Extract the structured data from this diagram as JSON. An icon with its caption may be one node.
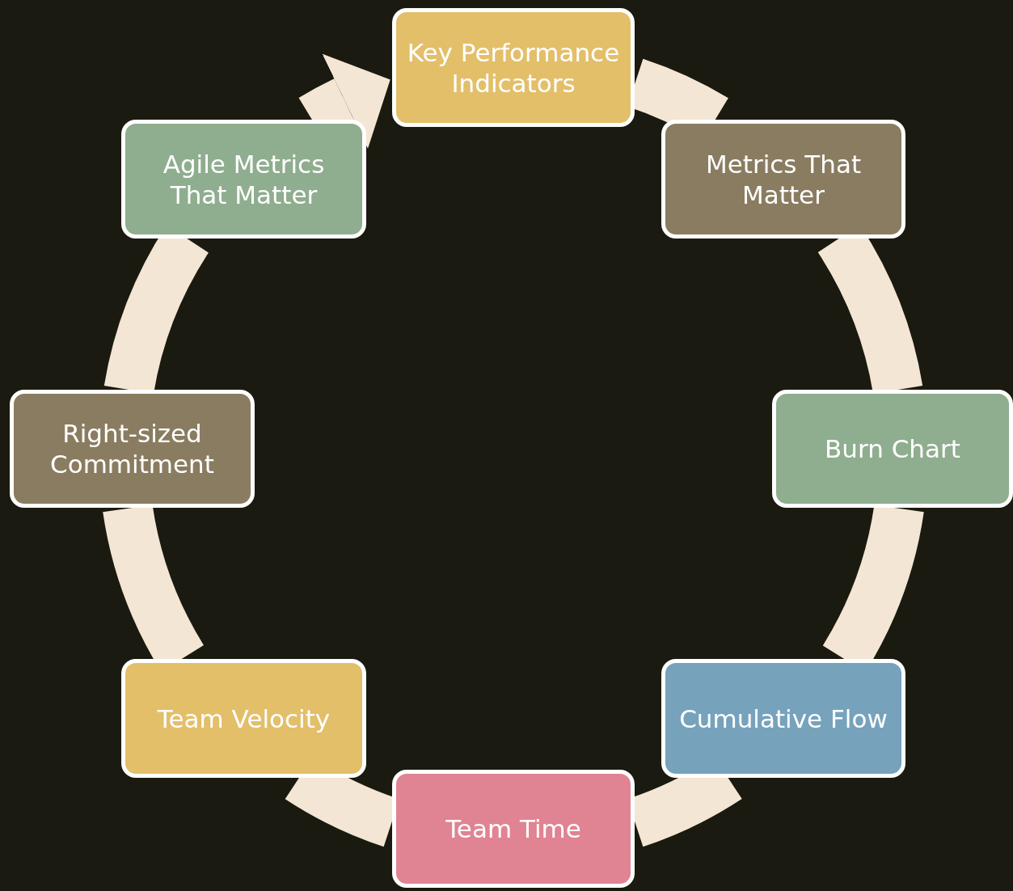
{
  "diagram": {
    "nodes": [
      {
        "text": [
          "Key Performance Indicators"
        ]
      },
      {
        "text": [
          "Metrics That Matter"
        ]
      },
      {
        "text": [
          "Burn Chart"
        ]
      },
      {
        "text": [
          "Cumulative Flow"
        ]
      },
      {
        "text": [
          "Team Time"
        ]
      },
      {
        "text": [
          "Team Velocity"
        ]
      },
      {
        "text": [
          "Right-sized Commitment"
        ]
      },
      {
        "text": [
          "Agile Metrics That Matter"
        ]
      }
    ],
    "edges": [
      {
        "from": 0,
        "to": 1,
        "arrow": "none"
      },
      {
        "from": 1,
        "to": 2,
        "arrow": "none"
      },
      {
        "from": 2,
        "to": 3,
        "arrow": "none"
      },
      {
        "from": 3,
        "to": 4,
        "arrow": "none"
      },
      {
        "from": 4,
        "to": 5,
        "arrow": "none"
      },
      {
        "from": 5,
        "to": 6,
        "arrow": "none"
      },
      {
        "from": 6,
        "to": 7,
        "arrow": "none"
      },
      {
        "from": 7,
        "to": 0,
        "arrow": "to"
      }
    ]
  }
}
